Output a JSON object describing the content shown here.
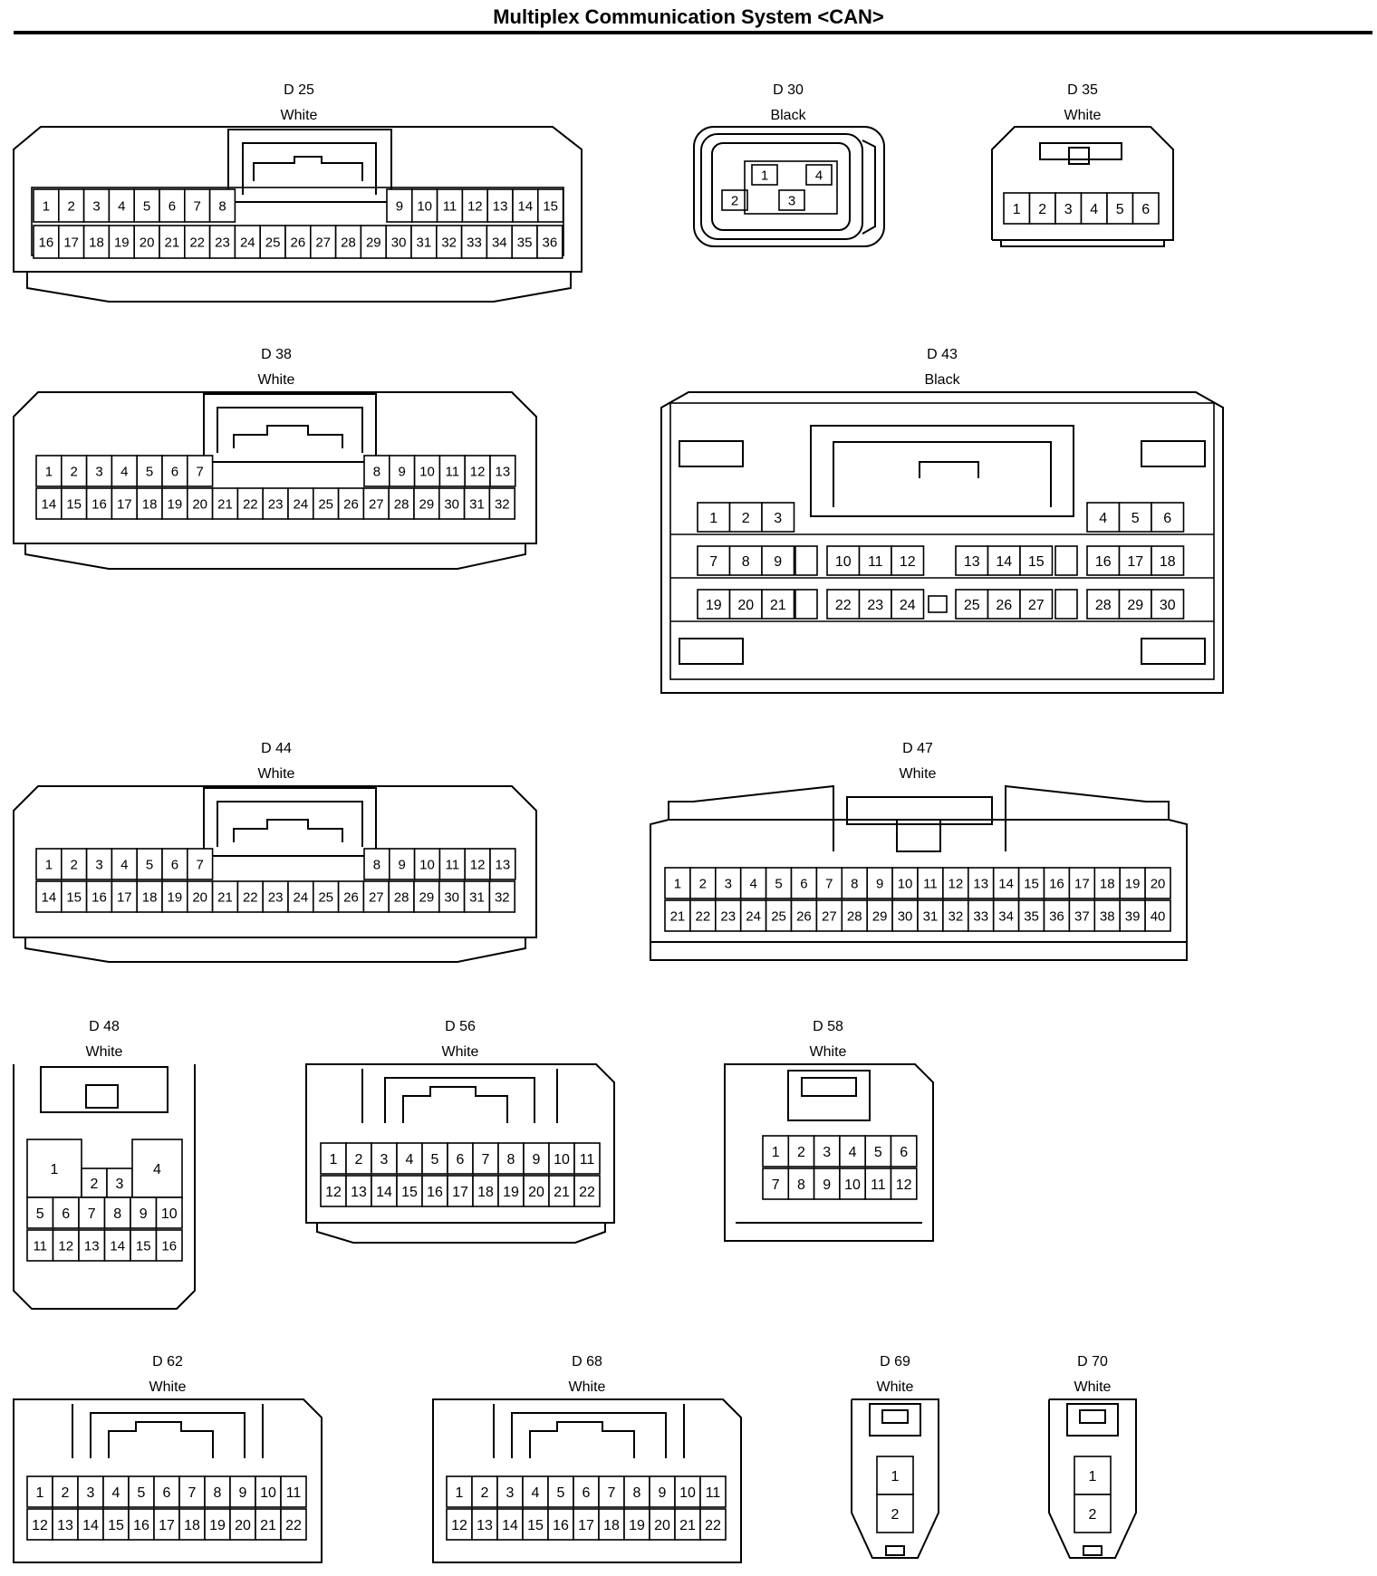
{
  "title": "Multiplex Communication System <CAN>",
  "connectors": [
    {
      "id": "D 25",
      "color": "White",
      "rows": [
        [
          "1",
          "2",
          "3",
          "4",
          "5",
          "6",
          "7",
          "8",
          "",
          "9",
          "10",
          "11",
          "12",
          "13",
          "14",
          "15"
        ],
        [
          "16",
          "17",
          "18",
          "19",
          "20",
          "21",
          "22",
          "23",
          "24",
          "25",
          "26",
          "27",
          "28",
          "29",
          "30",
          "31",
          "32",
          "33",
          "34",
          "35",
          "36"
        ]
      ]
    },
    {
      "id": "D 30",
      "color": "Black",
      "pins": [
        "1",
        "2",
        "3",
        "4"
      ]
    },
    {
      "id": "D 35",
      "color": "White",
      "rows": [
        [
          "1",
          "2",
          "3",
          "4",
          "5",
          "6"
        ]
      ]
    },
    {
      "id": "D 38",
      "color": "White",
      "rows": [
        [
          "1",
          "2",
          "3",
          "4",
          "5",
          "6",
          "7",
          "8",
          "9",
          "10",
          "11",
          "12",
          "13"
        ],
        [
          "14",
          "15",
          "16",
          "17",
          "18",
          "19",
          "20",
          "21",
          "22",
          "23",
          "24",
          "25",
          "26",
          "27",
          "28",
          "29",
          "30",
          "31",
          "32"
        ]
      ]
    },
    {
      "id": "D 43",
      "color": "Black",
      "rows": [
        [
          "1",
          "2",
          "3",
          "4",
          "5",
          "6"
        ],
        [
          "7",
          "8",
          "9",
          "10",
          "11",
          "12",
          "13",
          "14",
          "15",
          "16",
          "17",
          "18"
        ],
        [
          "19",
          "20",
          "21",
          "22",
          "23",
          "24",
          "25",
          "26",
          "27",
          "28",
          "29",
          "30"
        ]
      ]
    },
    {
      "id": "D 44",
      "color": "White",
      "rows": [
        [
          "1",
          "2",
          "3",
          "4",
          "5",
          "6",
          "7",
          "8",
          "9",
          "10",
          "11",
          "12",
          "13"
        ],
        [
          "14",
          "15",
          "16",
          "17",
          "18",
          "19",
          "20",
          "21",
          "22",
          "23",
          "24",
          "25",
          "26",
          "27",
          "28",
          "29",
          "30",
          "31",
          "32"
        ]
      ]
    },
    {
      "id": "D 47",
      "color": "White",
      "rows": [
        [
          "1",
          "2",
          "3",
          "4",
          "5",
          "6",
          "7",
          "8",
          "9",
          "10",
          "11",
          "12",
          "13",
          "14",
          "15",
          "16",
          "17",
          "18",
          "19",
          "20"
        ],
        [
          "21",
          "22",
          "23",
          "24",
          "25",
          "26",
          "27",
          "28",
          "29",
          "30",
          "31",
          "32",
          "33",
          "34",
          "35",
          "36",
          "37",
          "38",
          "39",
          "40"
        ]
      ]
    },
    {
      "id": "D 48",
      "color": "White",
      "rows": [
        [
          "1",
          "2",
          "3",
          "4"
        ],
        [
          "5",
          "6",
          "7",
          "8",
          "9",
          "10"
        ],
        [
          "11",
          "12",
          "13",
          "14",
          "15",
          "16"
        ]
      ]
    },
    {
      "id": "D 56",
      "color": "White",
      "rows": [
        [
          "1",
          "2",
          "3",
          "4",
          "5",
          "6",
          "7",
          "8",
          "9",
          "10",
          "11"
        ],
        [
          "12",
          "13",
          "14",
          "15",
          "16",
          "17",
          "18",
          "19",
          "20",
          "21",
          "22"
        ]
      ]
    },
    {
      "id": "D 58",
      "color": "White",
      "rows": [
        [
          "1",
          "2",
          "3",
          "4",
          "5",
          "6"
        ],
        [
          "7",
          "8",
          "9",
          "10",
          "11",
          "12"
        ]
      ]
    },
    {
      "id": "D 62",
      "color": "White",
      "rows": [
        [
          "1",
          "2",
          "3",
          "4",
          "5",
          "6",
          "7",
          "8",
          "9",
          "10",
          "11"
        ],
        [
          "12",
          "13",
          "14",
          "15",
          "16",
          "17",
          "18",
          "19",
          "20",
          "21",
          "22"
        ]
      ]
    },
    {
      "id": "D 68",
      "color": "White",
      "rows": [
        [
          "1",
          "2",
          "3",
          "4",
          "5",
          "6",
          "7",
          "8",
          "9",
          "10",
          "11"
        ],
        [
          "12",
          "13",
          "14",
          "15",
          "16",
          "17",
          "18",
          "19",
          "20",
          "21",
          "22"
        ]
      ]
    },
    {
      "id": "D 69",
      "color": "White",
      "rows": [
        [
          "1"
        ],
        [
          "2"
        ]
      ]
    },
    {
      "id": "D 70",
      "color": "White",
      "rows": [
        [
          "1"
        ],
        [
          "2"
        ]
      ]
    }
  ]
}
